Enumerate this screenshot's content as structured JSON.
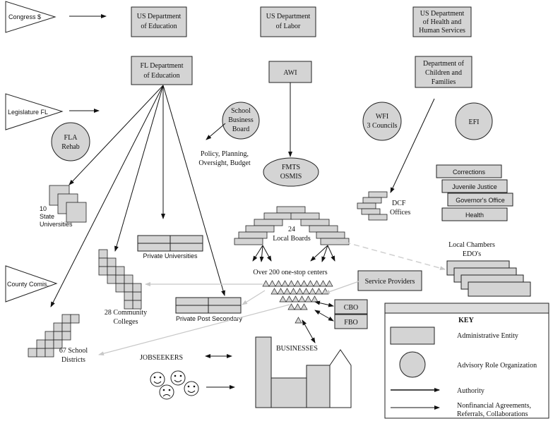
{
  "sources": {
    "congress": "Congress $",
    "legislature": "Legislature FL",
    "county": "County Comis."
  },
  "federal": {
    "education": [
      "US Department",
      "of Education"
    ],
    "labor": [
      "US Department",
      "of Labor"
    ],
    "hhs": [
      "US Department",
      "of Health and",
      "Human Services"
    ]
  },
  "state": {
    "fl_education": [
      "FL Department",
      "of Education"
    ],
    "awi": "AWI",
    "dcf": [
      "Department of",
      "Children and",
      "Families"
    ]
  },
  "advisory": {
    "school_board": [
      "School",
      "Business",
      "Board"
    ],
    "fla_rehab": [
      "FLA",
      "Rehab"
    ],
    "wfi": [
      "WFI",
      "3 Councils"
    ],
    "efi": "EFI"
  },
  "labels": {
    "policy": [
      "Policy, Planning,",
      "Oversight, Budget"
    ],
    "fmts": [
      "FMTS",
      "OSMIS"
    ],
    "universities": [
      "10",
      "State",
      "Universities"
    ],
    "dcf_offices": [
      "DCF",
      "Offices"
    ],
    "local_boards": [
      "24",
      "Local Boards"
    ],
    "one_stop": "Over 200 one-stop centers",
    "private_universities": "Private Universities",
    "community_colleges": [
      "28 Community",
      "Colleges"
    ],
    "private_post_secondary": "Private Post Secondary",
    "school_districts": [
      "67 School",
      "Districts"
    ],
    "local_chambers": [
      "Local Chambers",
      "EDO's"
    ],
    "service_providers": "Service Providers",
    "cbo": "CBO",
    "fbo": "FBO",
    "jobseekers": "JOBSEEKERS",
    "businesses": "BUSINESSES"
  },
  "agencies": [
    "Corrections",
    "Juvenile Justice",
    "Governor's Office",
    "Health"
  ],
  "key": {
    "title": "KEY",
    "administrative": "Administrative Entity",
    "advisory": "Advisory Role Organization",
    "authority": "Authority",
    "nonfinancial": [
      "Nonfinancial Agreements,",
      "Referrals, Collaborations"
    ]
  },
  "colors": {
    "fill": "#d4d4d4",
    "stroke": "#222222",
    "gray_arrow": "#c8c8c8"
  }
}
